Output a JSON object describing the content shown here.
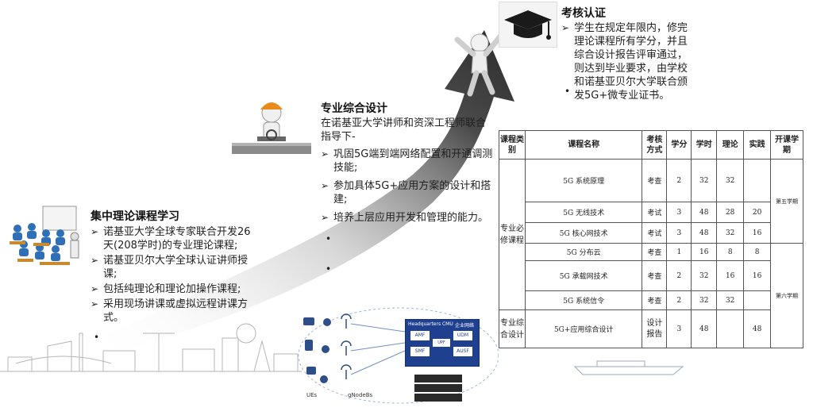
{
  "section1": {
    "title": "集中理论课程学习",
    "bullets": [
      {
        "marker": "➢",
        "text": "诺基亚大学全球专家联合开发26天(208学时)的专业理论课程;"
      },
      {
        "marker": "➢",
        "text": "诺基亚贝尔大学全球认证讲师授课;"
      },
      {
        "marker": "➢",
        "text": "包括纯理论和理论加操作课程;"
      },
      {
        "marker": "➢",
        "text": "采用现场讲课或虚拟远程讲课方式。"
      }
    ]
  },
  "section2": {
    "title": "专业综合设计",
    "intro": "在诺基亚大学讲师和资深工程师联合指导下-",
    "bullets": [
      {
        "marker": "➢",
        "text": "巩固5G端到端网络配置和开通调测技能;"
      },
      {
        "marker": "➢",
        "text": "参加具体5G+应用方案的设计和搭建;"
      },
      {
        "marker": "➢",
        "text": "培养上层应用开发和管理的能力。"
      }
    ]
  },
  "section3": {
    "title": "考核认证",
    "bullets": [
      {
        "marker": "➢",
        "text": "学生在规定年限内，修完理论课程所有学分，并且综合设计报告评审通过，则达到毕业要求，由学校和诺基亚贝尔大学联合颁发5G+微专业证书。"
      }
    ]
  },
  "network": {
    "hq_label": "Headquarters CMU",
    "enterprise_label": "企业网络",
    "boxes": [
      "AMF",
      "UDM",
      "SMF",
      "AUSF",
      "UPF"
    ],
    "ues_label": "UEs",
    "gnb_label": "gNodeBs"
  },
  "table": {
    "headers": [
      "课程类别",
      "课程名称",
      "考核方式",
      "学分",
      "学时",
      "理论",
      "实践",
      "开课学期"
    ],
    "category_major": "专业必修课程",
    "category_design": "专业综合设计",
    "semester5": "第五学期",
    "semester6": "第六学期",
    "rows": [
      {
        "name": "5G 系统原理",
        "exam": "考查",
        "credit": "2",
        "hours": "32",
        "theory": "32",
        "practice": ""
      },
      {
        "name": "5G 无线技术",
        "exam": "考试",
        "credit": "3",
        "hours": "48",
        "theory": "28",
        "practice": "20"
      },
      {
        "name": "5G 核心网技术",
        "exam": "考试",
        "credit": "3",
        "hours": "48",
        "theory": "32",
        "practice": "16"
      },
      {
        "name": "5G 分布云",
        "exam": "考查",
        "credit": "1",
        "hours": "16",
        "theory": "8",
        "practice": "8"
      },
      {
        "name": "5G 承载网技术",
        "exam": "考查",
        "credit": "2",
        "hours": "32",
        "theory": "16",
        "practice": "16"
      },
      {
        "name": "5G 系统信令",
        "exam": "考查",
        "credit": "2",
        "hours": "32",
        "theory": "32",
        "practice": ""
      },
      {
        "name": "5G+应用综合设计",
        "exam": "设计报告",
        "credit": "3",
        "hours": "48",
        "theory": "",
        "practice": "48"
      }
    ]
  },
  "colors": {
    "accent_blue": "#1f4e9a",
    "arrow_dark": "#3a3a3a",
    "table_border": "#555555"
  }
}
